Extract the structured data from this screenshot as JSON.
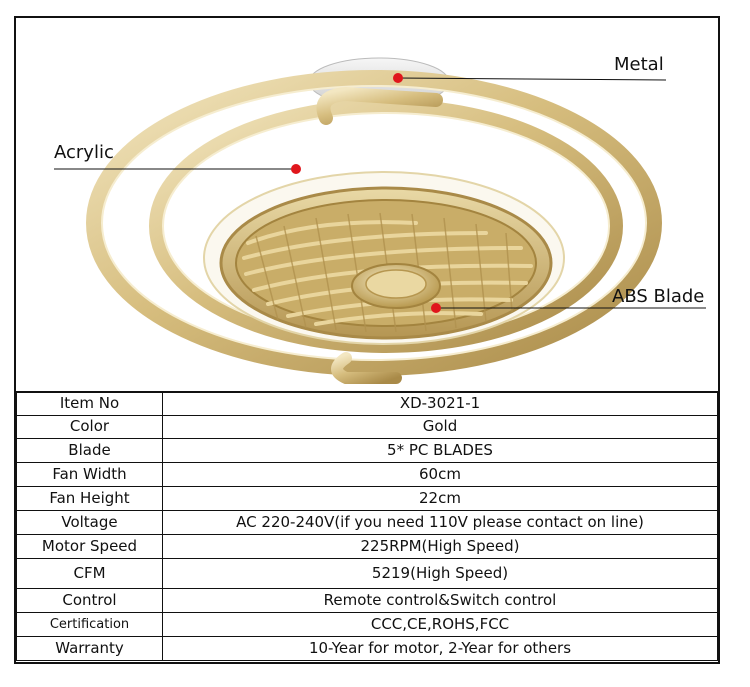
{
  "callouts": {
    "metal": "Metal",
    "acrylic": "Acrylic",
    "abs_blade": "ABS Blade"
  },
  "colors": {
    "gold": "#d8c48a",
    "gold_dark": "#b89d5c",
    "marker": "#e0161c",
    "border": "#111111"
  },
  "specs": [
    {
      "label": "Item No",
      "value": "XD-3021-1"
    },
    {
      "label": "Color",
      "value": "Gold"
    },
    {
      "label": "Blade",
      "value": "5* PC BLADES"
    },
    {
      "label": "Fan Width",
      "value": "60cm"
    },
    {
      "label": "Fan Height",
      "value": "22cm"
    },
    {
      "label": "Voltage",
      "value": "AC 220-240V(if you need 110V please contact on line)"
    },
    {
      "label": "Motor Speed",
      "value": "225RPM(High Speed)"
    },
    {
      "label": "CFM",
      "value": "5219(High Speed)"
    },
    {
      "label": "Control",
      "value": "Remote control&Switch control"
    },
    {
      "label": "Certification",
      "value": "CCC,CE,ROHS,FCC"
    },
    {
      "label": "Warranty",
      "value": "10-Year for motor, 2-Year for others"
    }
  ]
}
